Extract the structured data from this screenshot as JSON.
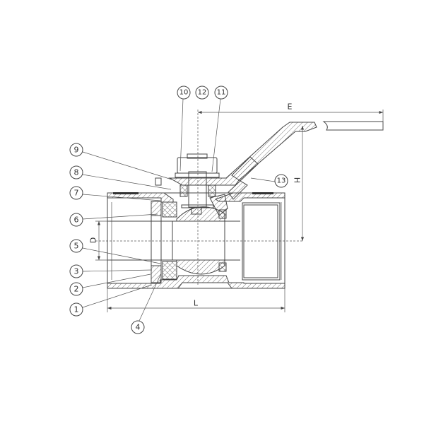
{
  "title": "Ball valve sectional drawing",
  "callouts": [
    "1",
    "2",
    "3",
    "4",
    "5",
    "6",
    "7",
    "8",
    "9",
    "10",
    "11",
    "12",
    "13"
  ],
  "dimensions": {
    "L": "L",
    "D": "D",
    "E": "E",
    "H": "H"
  },
  "colors": {
    "line": "#444444",
    "background": "#ffffff"
  }
}
